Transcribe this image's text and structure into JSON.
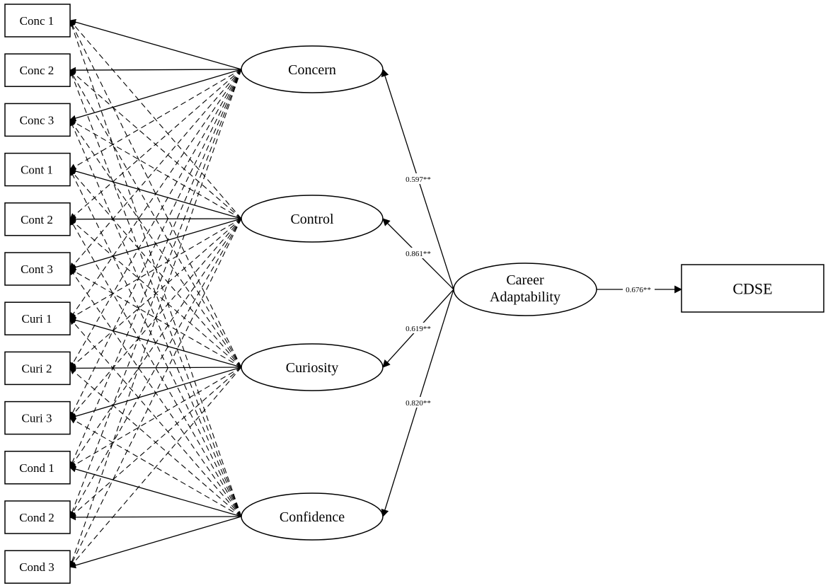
{
  "items": [
    {
      "id": "conc1",
      "label": "Conc 1",
      "factor": "concern"
    },
    {
      "id": "conc2",
      "label": "Conc 2",
      "factor": "concern"
    },
    {
      "id": "conc3",
      "label": "Conc 3",
      "factor": "concern"
    },
    {
      "id": "cont1",
      "label": "Cont 1",
      "factor": "control"
    },
    {
      "id": "cont2",
      "label": "Cont 2",
      "factor": "control"
    },
    {
      "id": "cont3",
      "label": "Cont 3",
      "factor": "control"
    },
    {
      "id": "curi1",
      "label": "Curi 1",
      "factor": "curiosity"
    },
    {
      "id": "curi2",
      "label": "Curi 2",
      "factor": "curiosity"
    },
    {
      "id": "curi3",
      "label": "Curi 3",
      "factor": "curiosity"
    },
    {
      "id": "cond1",
      "label": "Cond 1",
      "factor": "confidence"
    },
    {
      "id": "cond2",
      "label": "Cond 2",
      "factor": "confidence"
    },
    {
      "id": "cond3",
      "label": "Cond 3",
      "factor": "confidence"
    }
  ],
  "factors": [
    {
      "id": "concern",
      "label": "Concern"
    },
    {
      "id": "control",
      "label": "Control"
    },
    {
      "id": "curiosity",
      "label": "Curiosity"
    },
    {
      "id": "confidence",
      "label": "Confidence"
    }
  ],
  "higher_order": {
    "id": "career-adaptability",
    "label_lines": [
      "Career",
      "Adaptability"
    ]
  },
  "outcome": {
    "id": "cdse",
    "label": "CDSE"
  },
  "paths": [
    {
      "from": "career-adaptability",
      "to": "concern",
      "coefficient": "0.597**"
    },
    {
      "from": "career-adaptability",
      "to": "control",
      "coefficient": "0.861**"
    },
    {
      "from": "career-adaptability",
      "to": "curiosity",
      "coefficient": "0.619**"
    },
    {
      "from": "career-adaptability",
      "to": "confidence",
      "coefficient": "0.820**"
    },
    {
      "from": "career-adaptability",
      "to": "cdse",
      "coefficient": "0.676**"
    }
  ]
}
